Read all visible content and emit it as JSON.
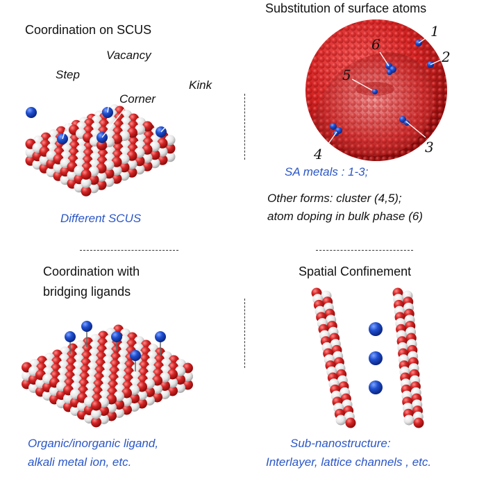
{
  "colors": {
    "red_atom": "#d42424",
    "white_atom": "#e8e8e8",
    "blue_atom": "#1f4fd0",
    "caption_blue": "#2a56c6"
  },
  "panels": {
    "scus": {
      "title": "Coordination on SCUS",
      "labels": {
        "step": "Step",
        "vacancy": "Vacancy",
        "corner": "Corner",
        "kink": "Kink"
      },
      "caption": "Different SCUS"
    },
    "substitution": {
      "title": "Substitution of surface atoms",
      "numbers": [
        "1",
        "2",
        "3",
        "4",
        "5",
        "6"
      ],
      "caption_1": "SA metals : 1-3;",
      "caption_2": "Other forms: cluster (4,5);",
      "caption_3": "atom doping in bulk phase (6)"
    },
    "bridging": {
      "title_1": "Coordination with",
      "title_2": "bridging ligands",
      "caption_1": "Organic/inorganic ligand,",
      "caption_2": "alkali metal ion, etc."
    },
    "confinement": {
      "title": "Spatial Confinement",
      "caption_1": "Sub-nanostructure:",
      "caption_2": "Interlayer, lattice channels , etc."
    }
  }
}
